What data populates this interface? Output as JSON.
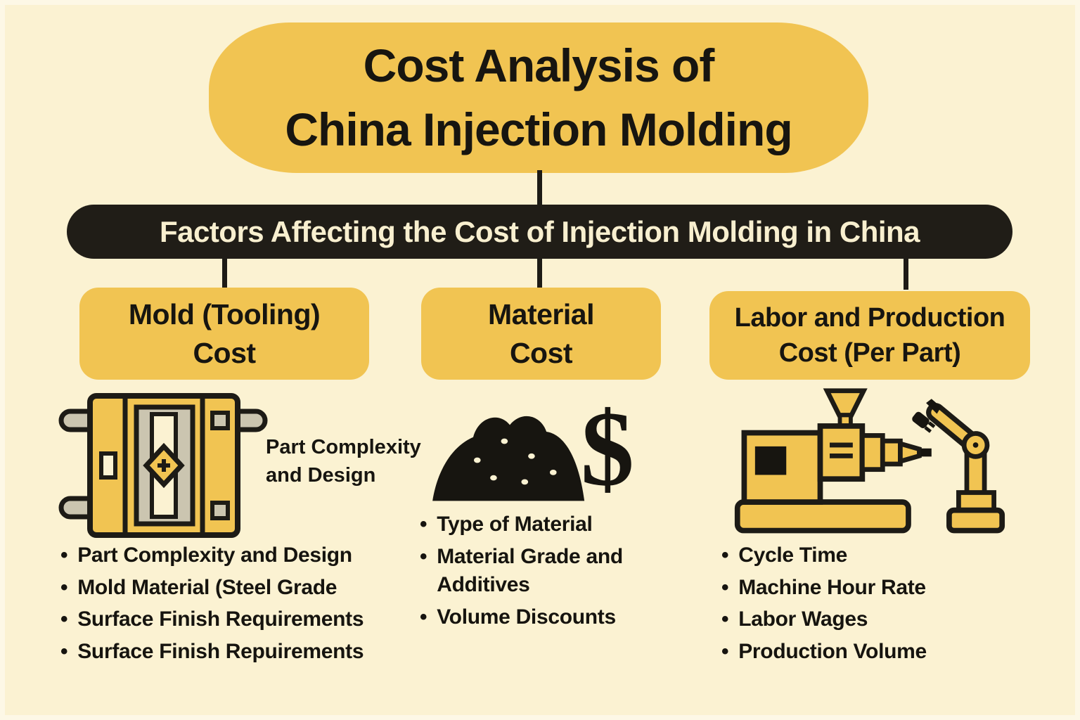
{
  "page": {
    "title_line1": "Cost Analysis of",
    "title_line2": "China Injection Molding",
    "banner": "Factors Affecting the Cost of Injection Molding in China"
  },
  "colors": {
    "background": "#fbf2d2",
    "accent_yellow": "#f1c452",
    "ink_black": "#1d1b16",
    "cream_text": "#f8efcf"
  },
  "columns": [
    {
      "id": "mold-tooling-cost",
      "title_line1": "Mold (Tooling)",
      "title_line2": "Cost",
      "icon": "mold-icon",
      "icon_caption": "Part Complexity and Design",
      "bullets": [
        "Part Complexity and Design",
        "Mold Material (Steel Grade",
        "Surface Finish Requirements",
        "Surface Finish Repuirements"
      ]
    },
    {
      "id": "material-cost",
      "title_line1": "Material",
      "title_line2": "Cost",
      "icon": "material-pile-dollar-icon",
      "bullets": [
        "Type of Material",
        "Material Grade and Additives",
        "Volume Discounts"
      ]
    },
    {
      "id": "labor-production-cost",
      "title_line1": "Labor and Production",
      "title_line2": "Cost (Per Part)",
      "icon": "injection-machine-robot-icon",
      "bullets": [
        "Cycle Time",
        "Machine Hour Rate",
        "Labor Wages",
        "Production Volume"
      ]
    }
  ]
}
